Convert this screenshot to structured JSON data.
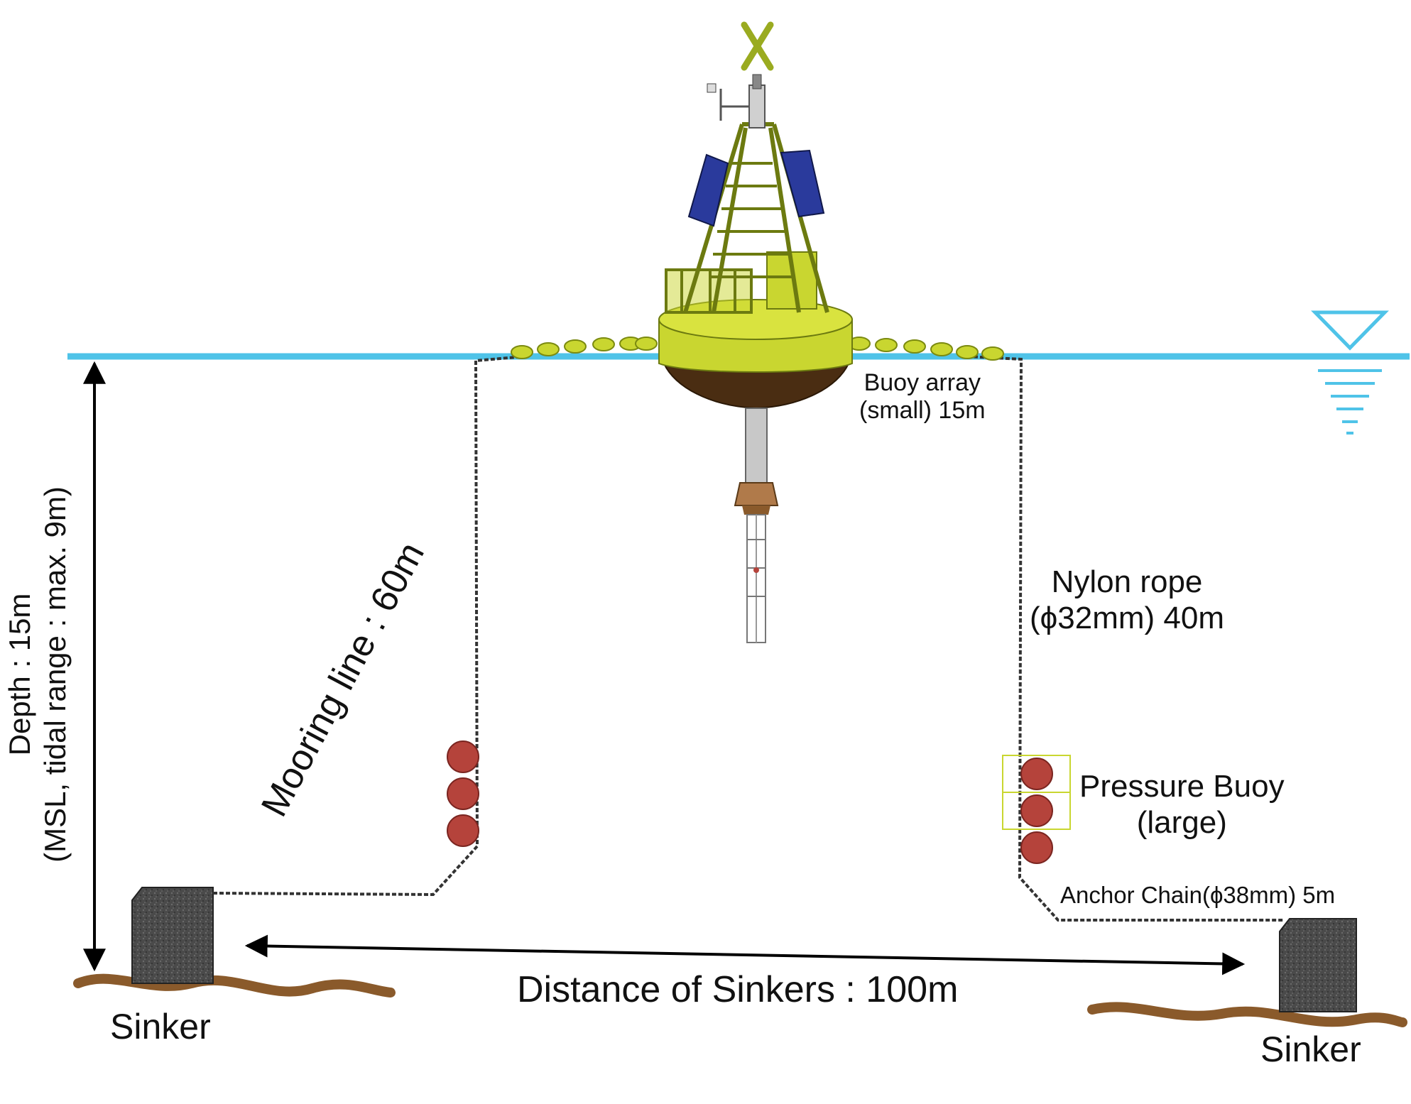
{
  "labels": {
    "depth_line1": "Depth : 15m",
    "depth_line2": "(MSL, tidal range : max. 9m)",
    "mooring_line": "Mooring line : 60m",
    "buoy_array_line1": "Buoy array",
    "buoy_array_line2": "(small) 15m",
    "nylon_rope_line1": "Nylon rope",
    "nylon_rope_line2": "(ϕ32mm) 40m",
    "pressure_buoy_line1": "Pressure Buoy",
    "pressure_buoy_line2": "(large)",
    "anchor_chain": "Anchor Chain(ϕ38mm) 5m",
    "distance": "Distance of Sinkers : 100m",
    "sinker_left": "Sinker",
    "sinker_right": "Sinker"
  },
  "colors": {
    "water_line": "#4fc3e8",
    "buoy_yellow": "#c9d630",
    "buoy_dark": "#4a2d12",
    "solar_panel": "#2a3a9c",
    "float_red": "#b5433b",
    "seabed": "#8a5a2b",
    "sinker": "#4a4a4a",
    "chain": "#333333"
  },
  "icons": {
    "water_level": "water-level-icon",
    "radar_reflector": "radar-reflector-icon"
  }
}
